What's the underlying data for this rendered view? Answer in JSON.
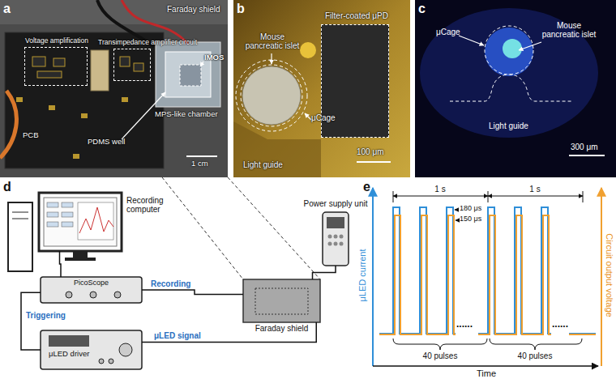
{
  "diagram": {
    "nodes": [
      {
        "text": [
          "Voltage amplification"
        ]
      },
      {
        "text": [
          "Transimpedance amplifier circuit"
        ]
      },
      {
        "text": [
          "Filter-coated μPD"
        ]
      },
      {
        "text": [
          "Recording computer"
        ]
      },
      {
        "text": [
          "PicoScope"
        ]
      },
      {
        "text": [
          "Power supply unit"
        ]
      },
      {
        "text": [
          "μLED driver"
        ]
      },
      {
        "text": [
          "Faraday shield"
        ]
      }
    ],
    "edges": [
      {
        "from": 3,
        "to": 4,
        "arrow": "none"
      },
      {
        "from": 4,
        "to": 7,
        "label": "Recording",
        "arrow": "none"
      },
      {
        "from": 4,
        "to": 6,
        "label": "Triggering",
        "arrow": "none"
      },
      {
        "from": 6,
        "to": 7,
        "label": "μLED signal",
        "arrow": "none"
      },
      {
        "from": 5,
        "to": 7,
        "arrow": "none"
      }
    ],
    "labels": [
      "a",
      "Faraday shield",
      "IMOS",
      "PCB",
      "PDMS well",
      "MPS-like chamber",
      "1 cm",
      "b",
      "Mouse pancreatic islet",
      "μCage",
      "Light guide",
      "100 μm",
      "c",
      "μCage",
      "Mouse pancreatic islet",
      "Light guide",
      "300 μm",
      "d",
      "e",
      "1 s",
      "1 s",
      "180 μs",
      "150 μs",
      "......",
      "......",
      "μLED current",
      "Circuit output voltage",
      "40 pulses",
      "40 pulses",
      "Time"
    ]
  }
}
